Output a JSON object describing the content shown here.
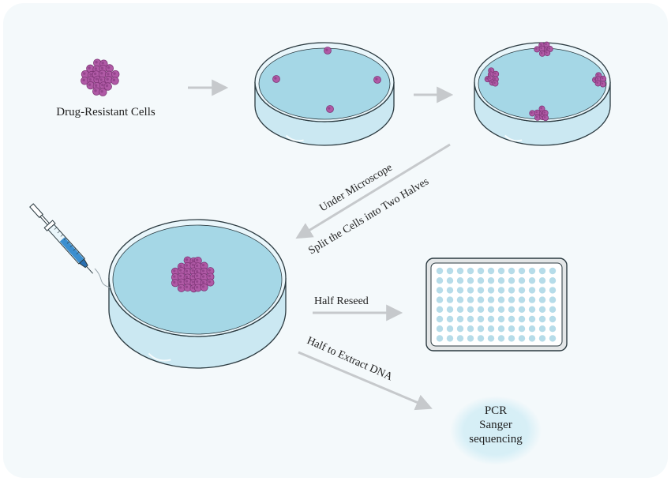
{
  "labels": {
    "drug_resistant_cells": "Drug-Resistant Cells",
    "under_microscope": "Under Microscope",
    "split_cells": "Split the Cells into Two Halves",
    "half_reseed": "Half Reseed",
    "half_extract_dna": "Half to Extract DNA"
  },
  "result": {
    "line1": "PCR",
    "line2": "Sanger",
    "line3": "sequencing"
  },
  "colors": {
    "background": "#f4f9fb",
    "dish_medium": "#a5d7e6",
    "dish_wall": "#cbe8f2",
    "dish_rim": "#e9f6fb",
    "dish_outline": "#2b3a40",
    "cell_fill": "#b05aa6",
    "cell_dark": "#7e3576",
    "arrow": "#c6c9cc",
    "plate_frame": "#e3e6e7",
    "plate_well": "#b6dce9",
    "pcr_blob": "#d4eef6"
  },
  "plate": {
    "rows": 8,
    "columns": 12
  }
}
